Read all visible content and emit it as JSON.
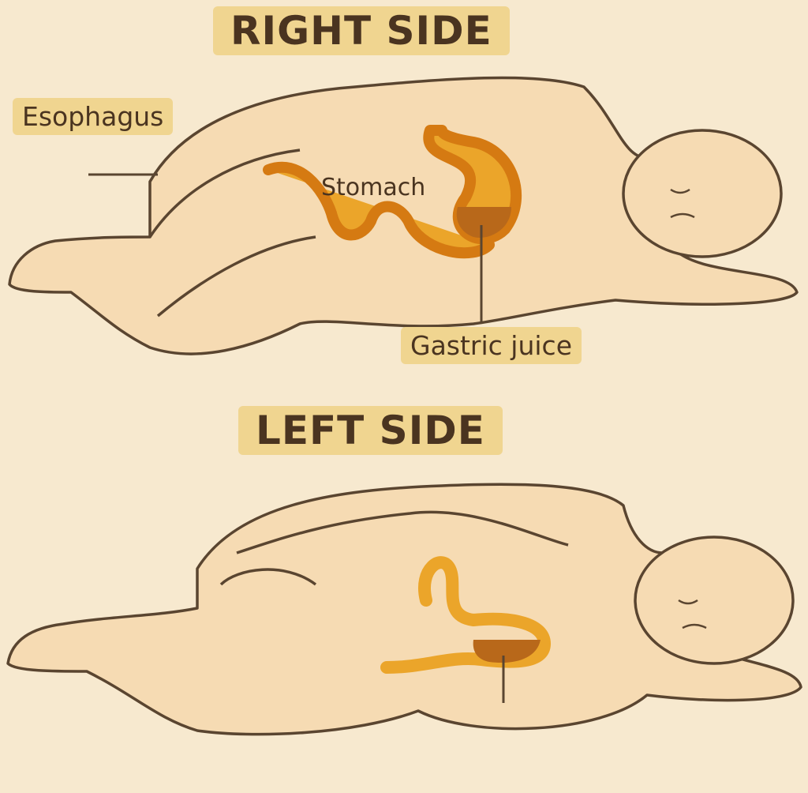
{
  "colors": {
    "background": "#f7e9cf",
    "label_bg": "#f0d590",
    "text": "#4a3420",
    "skin": "#f6dbb3",
    "outline": "#5a4530",
    "stomach": "#eba52a",
    "stomach_outline": "#d57a12",
    "juice": "#b8681a"
  },
  "top_panel": {
    "title": "RIGHT SIDE",
    "labels": {
      "esophagus": "Esophagus",
      "stomach": "Stomach",
      "gastric_juice": "Gastric juice"
    }
  },
  "bottom_panel": {
    "title": "LEFT SIDE"
  }
}
